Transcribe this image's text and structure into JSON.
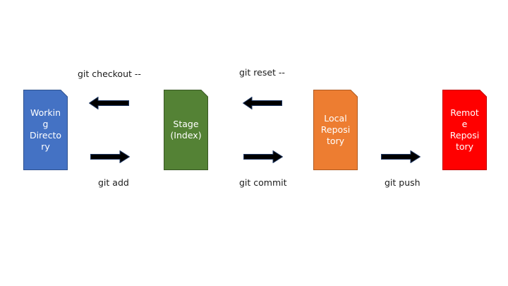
{
  "nodes": {
    "working_directory": {
      "label": "Workin\ng\nDirecto\nry",
      "color": "#4472C4",
      "border": "#2F528F"
    },
    "stage_index": {
      "label": "Stage\n(Index)",
      "color": "#548235",
      "border": "#385723"
    },
    "local_repository": {
      "label": "Local\nReposi\ntory",
      "color": "#ED7D31",
      "border": "#AE5A21"
    },
    "remote_repository": {
      "label": "Remot\ne\nReposi\ntory",
      "color": "#FF0000",
      "border": "#C00000"
    }
  },
  "edges": {
    "checkout": {
      "label": "git checkout --"
    },
    "add": {
      "label": "git add"
    },
    "reset": {
      "label": "git reset --"
    },
    "commit": {
      "label": "git commit"
    },
    "push": {
      "label": "git push"
    }
  },
  "colors": {
    "arrow": "#000000",
    "arrow_outline": "#1F3864"
  }
}
